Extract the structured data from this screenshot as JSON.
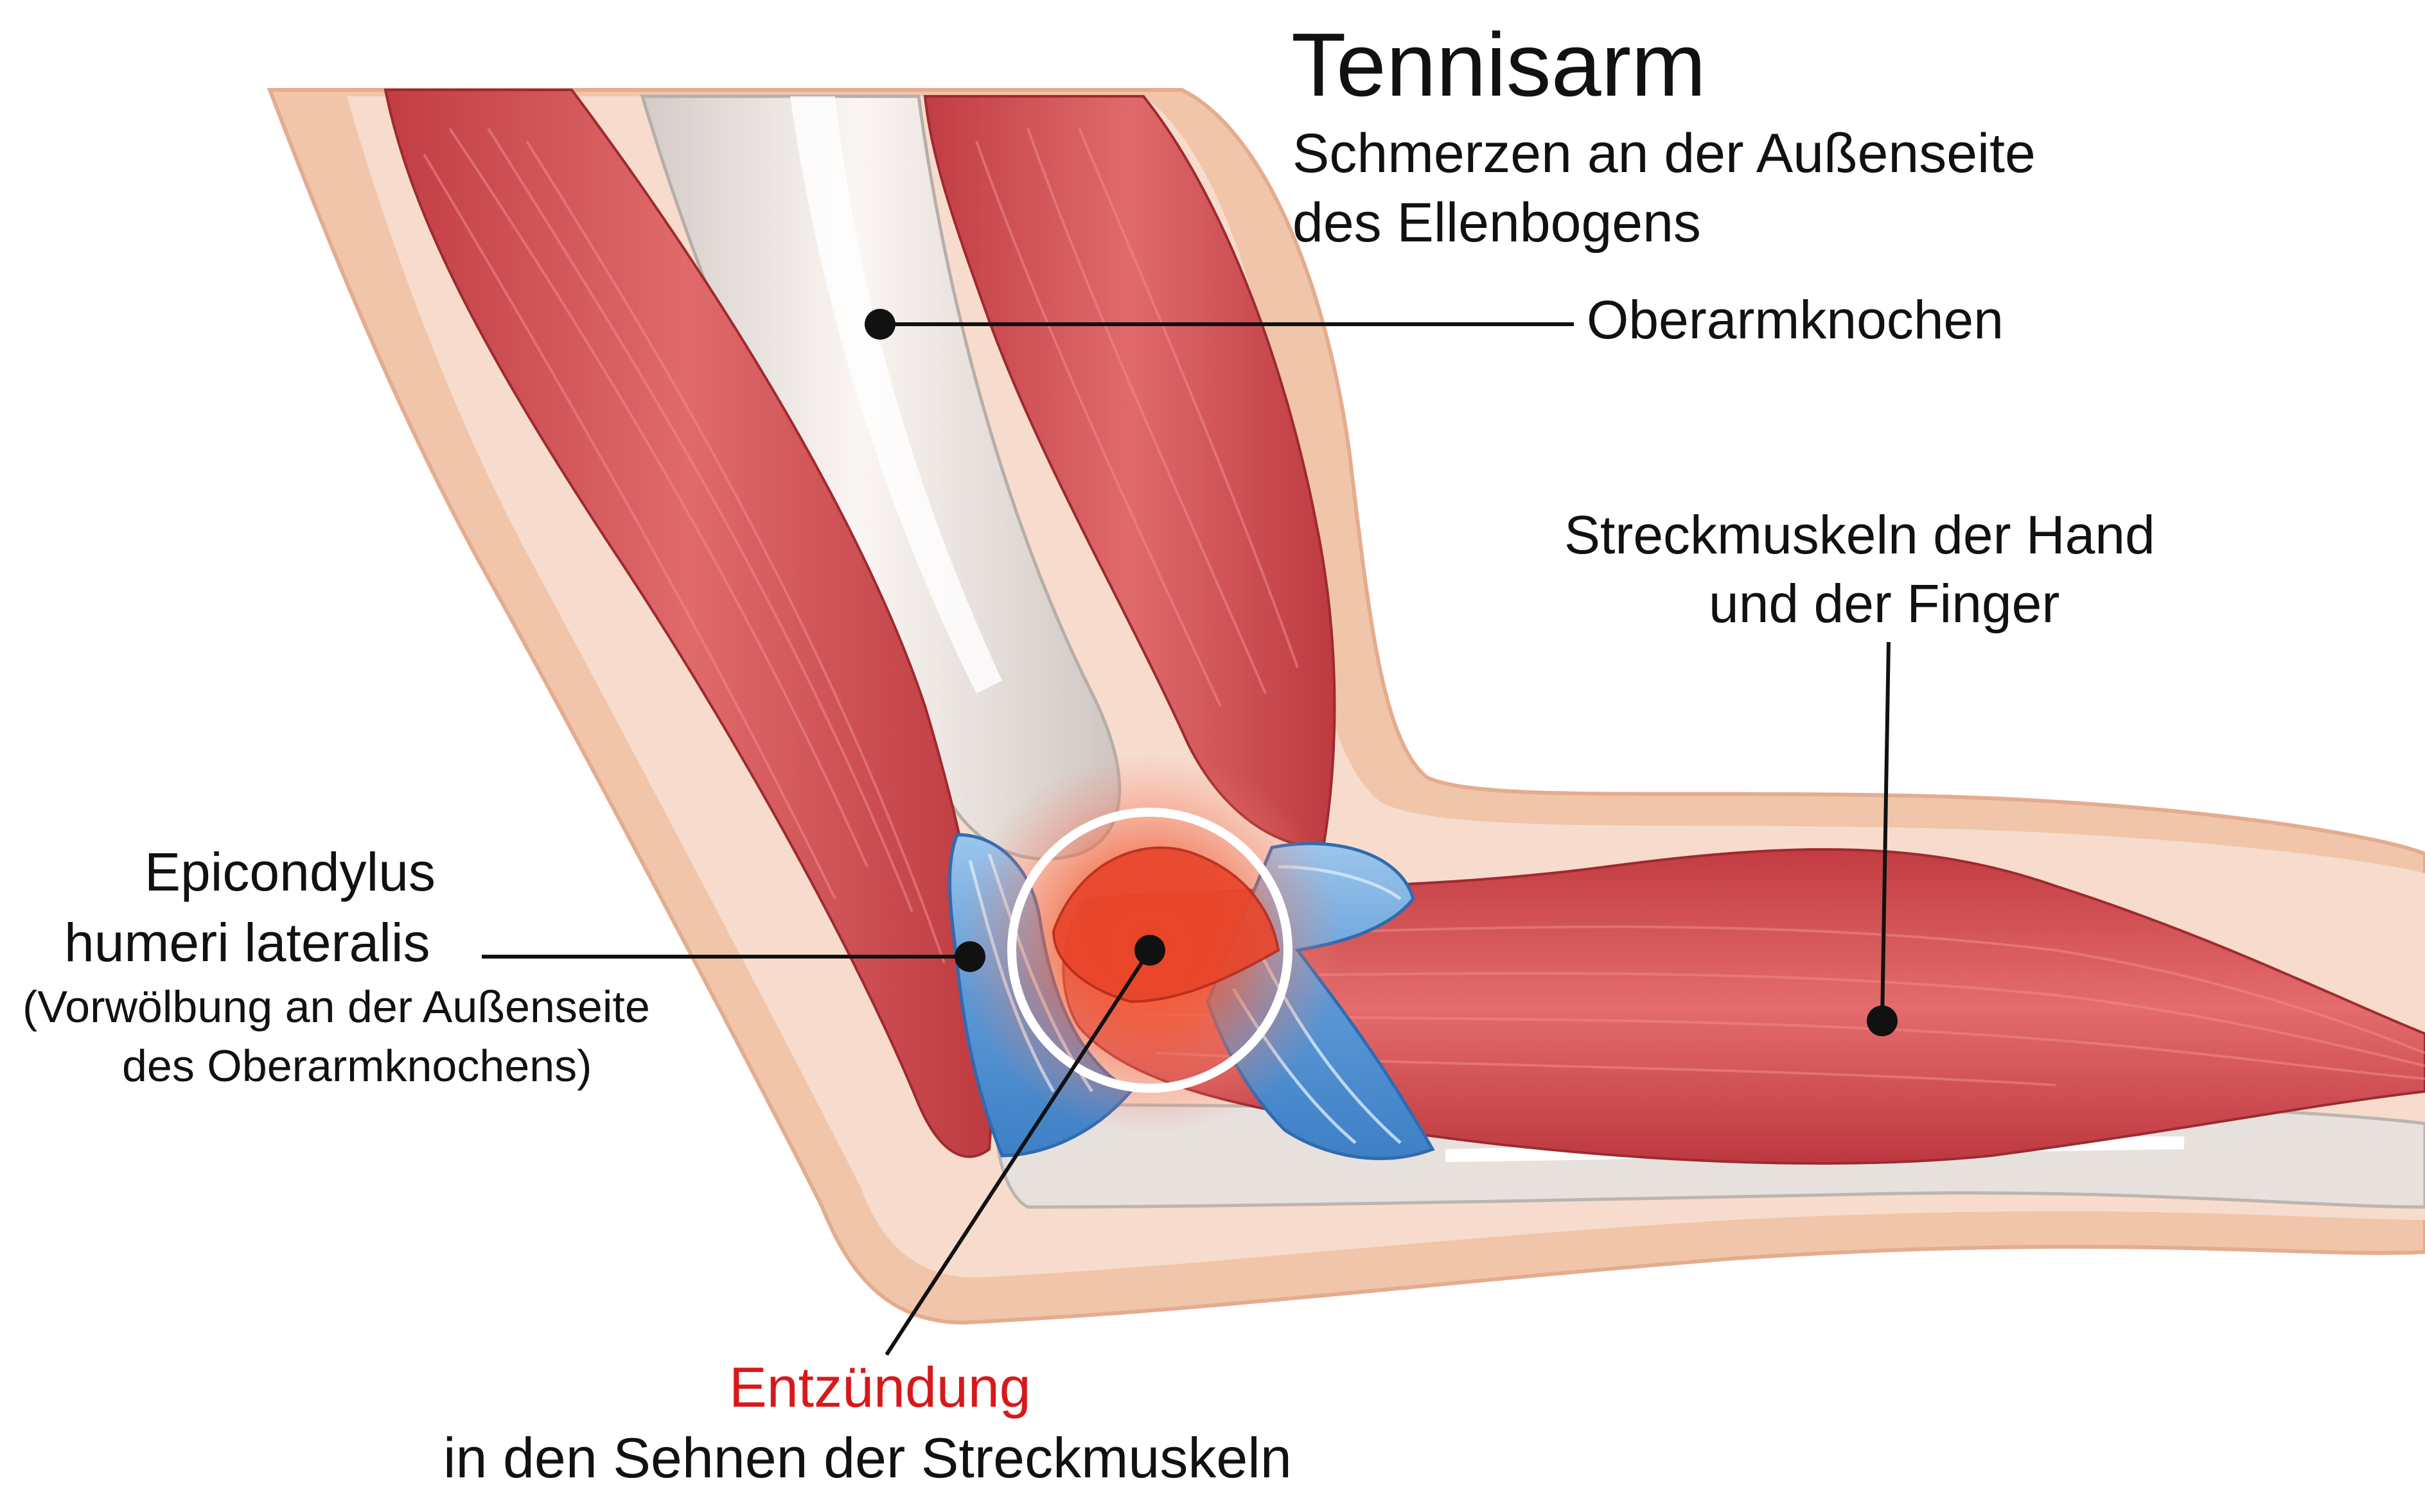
{
  "title": "Tennisarm",
  "subtitle_line1": "Schmerzen an der Außenseite",
  "subtitle_line2": "des Ellenbogens",
  "labels": {
    "humerus": "Oberarmknochen",
    "extensors_line1": "Streckmuskeln der Hand",
    "extensors_line2": "und der Finger",
    "epicondyle_line1": "Epicondylus",
    "epicondyle_line2": "humeri lateralis",
    "epicondyle_note_line1": "(Vorwölbung an der Außenseite",
    "epicondyle_note_line2": "des Oberarmknochens)",
    "inflammation": "Entzündung",
    "inflammation_line2": "in den Sehnen der Streckmuskeln"
  },
  "colors": {
    "skin_outer": "#f1c5a9",
    "skin_inner": "#f7dccd",
    "muscle": "#d9575a",
    "muscle_dark": "#b9343b",
    "bone": "#e5dedb",
    "tendon": "#6fa6dd",
    "inflammation": "#e53b24",
    "inflammation_text": "#d7191c",
    "text": "#111111"
  }
}
